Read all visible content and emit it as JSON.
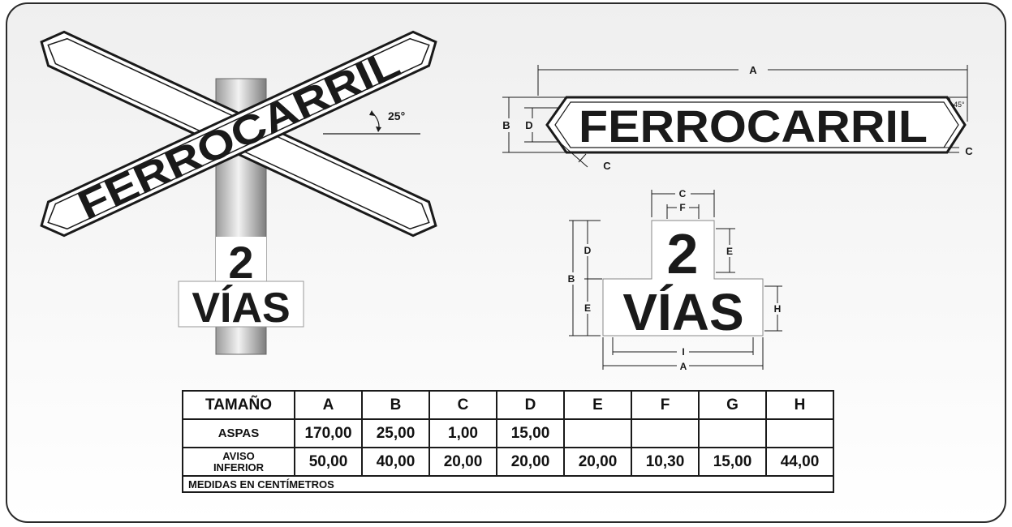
{
  "crossbuck": {
    "word": "FERROCARRIL",
    "angle_label": "25°",
    "tracks_number": "2",
    "tracks_word": "VÍAS"
  },
  "sign_detail": {
    "word": "FERROCARRIL",
    "dims": {
      "A": "A",
      "B": "B",
      "C": "C",
      "D": "D",
      "angle": "45°"
    }
  },
  "plate_detail": {
    "number": "2",
    "word": "VÍAS",
    "dims": {
      "A": "A",
      "B": "B",
      "C": "C",
      "D": "D",
      "E": "E",
      "F": "F",
      "H": "H",
      "I": "I"
    }
  },
  "table": {
    "corner": "TAMAÑO",
    "columns": [
      "A",
      "B",
      "C",
      "D",
      "E",
      "F",
      "G",
      "H"
    ],
    "rows": [
      {
        "label_lines": [
          "ASPAS"
        ],
        "values": [
          "170,00",
          "25,00",
          "1,00",
          "15,00",
          "",
          "",
          "",
          ""
        ]
      },
      {
        "label_lines": [
          "AVISO",
          "INFERIOR"
        ],
        "values": [
          "50,00",
          "40,00",
          "20,00",
          "20,00",
          "20,00",
          "10,30",
          "15,00",
          "44,00"
        ]
      }
    ],
    "note": "MEDIDAS EN CENTÍMETROS"
  }
}
